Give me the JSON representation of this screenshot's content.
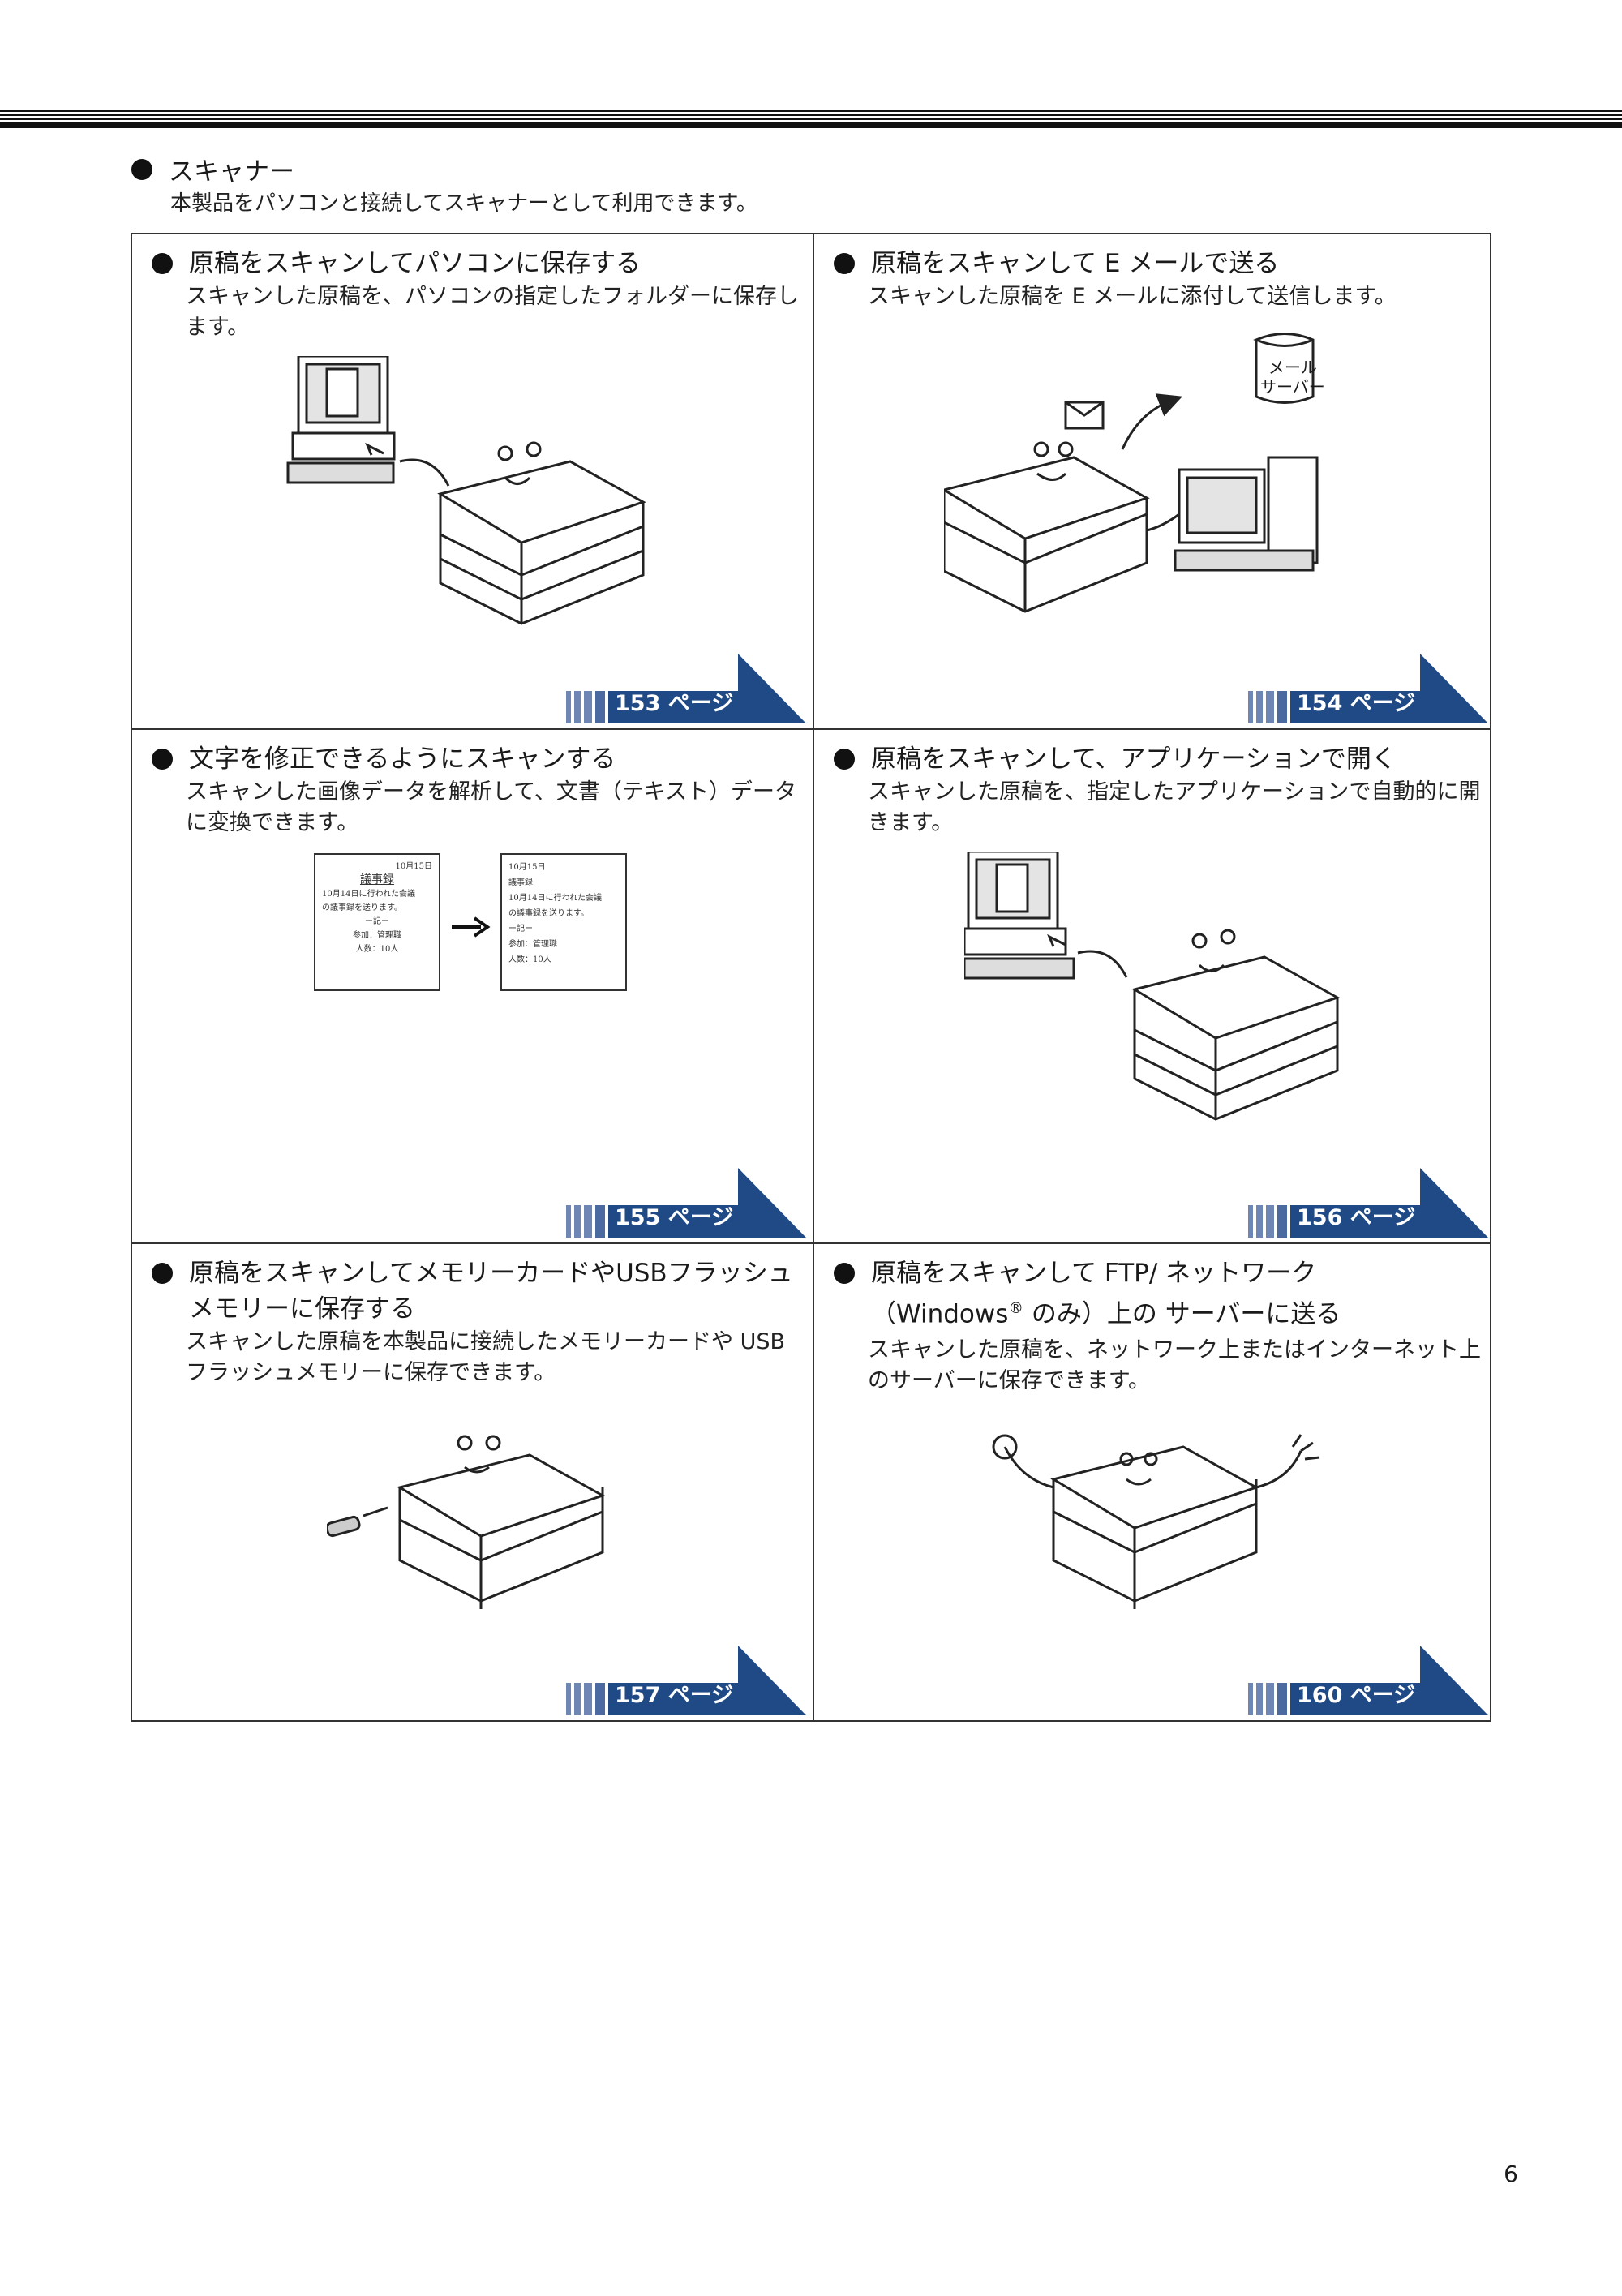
{
  "section": {
    "title": "スキャナー",
    "subtitle": "本製品をパソコンと接続してスキャナーとして利用できます。"
  },
  "cells": [
    {
      "title": "原稿をスキャンしてパソコンに保存する",
      "desc": "スキャンした原稿を、パソコンの指定したフォルダーに保存します。",
      "page": "153 ページ"
    },
    {
      "title": "原稿をスキャンして E メールで送る",
      "desc": "スキャンした原稿を E メールに添付して送信します。",
      "page": "154 ページ",
      "server_label_1": "メール",
      "server_label_2": "サーバー"
    },
    {
      "title": "文字を修正できるようにスキャンする",
      "desc": "スキャンした画像データを解析して、文書（テキスト）データに変換できます。",
      "page": "155 ページ",
      "doc_date": "10月15日",
      "doc_title": "議事録",
      "doc_line1": "10月14日に行われた会議",
      "doc_line2": "の議事録を送ります。",
      "doc_line3": "ー記ー",
      "doc_line4": "参加：管理職",
      "doc_line5": "人数：10人"
    },
    {
      "title": "原稿をスキャンして、アプリケーションで開く",
      "desc": "スキャンした原稿を、指定したアプリケーションで自動的に開きます。",
      "page": "156 ページ"
    },
    {
      "title": "原稿をスキャンしてメモリーカードやUSBフラッシュメモリーに保存する",
      "desc": "スキャンした原稿を本製品に接続したメモリーカードや USB フラッシュメモリーに保存できます。",
      "page": "157 ページ"
    },
    {
      "title_a": "原稿をスキャンして FTP/ ネットワーク",
      "title_b": "（Windows",
      "title_reg": "®",
      "title_c": " のみ）上の サーバーに送る",
      "desc": "スキャンした原稿を、ネットワーク上またはインターネット上のサーバーに保存できます。",
      "page": "160 ページ"
    }
  ],
  "page_number": "6",
  "colors": {
    "tag_blue": "#1f4a85",
    "tag_stripe": "#6d86b3"
  }
}
